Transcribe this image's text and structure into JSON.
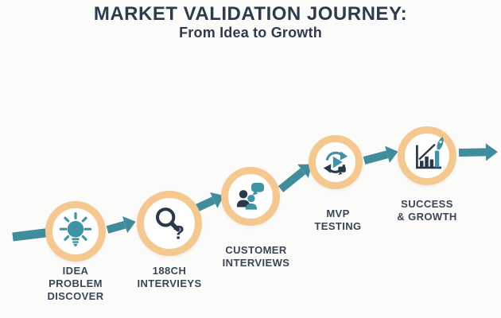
{
  "title": "MARKET VALIDATION JOURNEY:",
  "subtitle": "From Idea to Growth",
  "steps": [
    {
      "icon": "lightbulb-icon",
      "lines": [
        "IDEA",
        "PROBLEM",
        "DISCOVER"
      ]
    },
    {
      "icon": "magnifier-question-icon",
      "lines": [
        "188CH",
        "INTERVIEYS"
      ]
    },
    {
      "icon": "people-chat-icon",
      "lines": [
        "CUSTOMER",
        "INTERVIEWS"
      ]
    },
    {
      "icon": "iterate-play-icon",
      "lines": [
        "MVP",
        "TESTING"
      ]
    },
    {
      "icon": "growth-chart-rocket-icon",
      "lines": [
        "SUCCESS",
        "& GROWTH"
      ]
    }
  ],
  "colors": {
    "background": "#fbfbf9",
    "ring": "#f4c88e",
    "arrow": "#3f8c9c",
    "icon_teal": "#3e93a4",
    "icon_navy": "#27394a",
    "title_text": "#2d3b4d",
    "label_text": "#3a4654"
  }
}
